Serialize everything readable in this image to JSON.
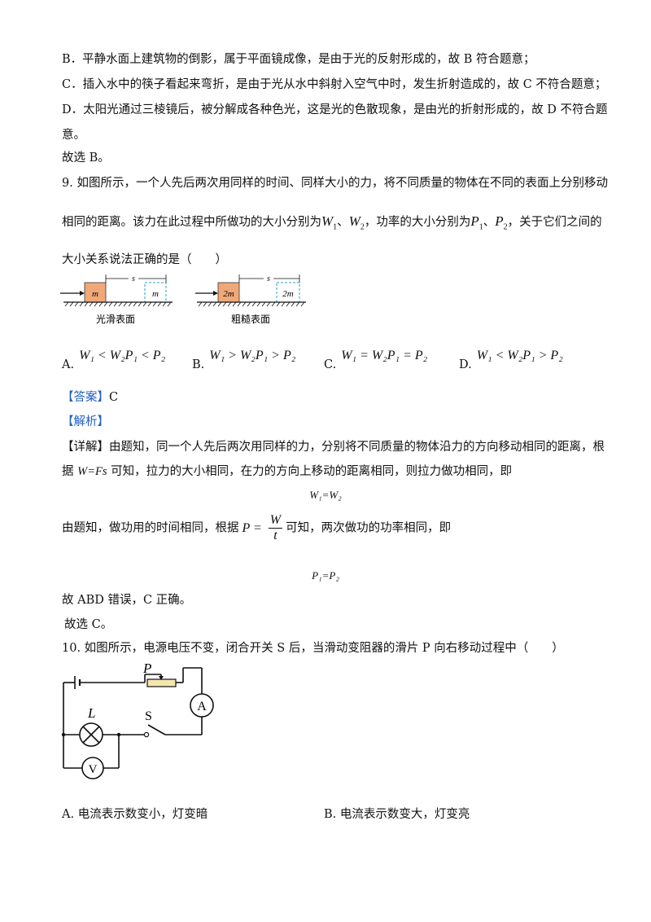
{
  "explanation_prev": {
    "b": "B．平静水面上建筑物的倒影，属于平面镜成像，是由于光的反射形成的，故 B 符合题意；",
    "c": "C．插入水中的筷子看起来弯折，是由于光从水中斜射入空气中时，发生折射造成的，故 C 不符合题意；",
    "d1": "D．太阳光通过三棱镜后，被分解成各种色光，这是光的色散现象，是由光的折射形成的，故 D 不符合题",
    "d2": "意。",
    "conclusion": "故选 B。"
  },
  "q9": {
    "line1": "9. 如图所示，一个人先后两次用同样的时间、同样大小的力，将不同质量的物体在不同的表面上分别移动",
    "line2_a": "相同的距离。该力在此过程中所做功的大小分别为",
    "w1": "W",
    "w1_sub": "1",
    "sep1": "、",
    "w2": "W",
    "w2_sub": "2",
    "line2_b": "，功率的大小分别为",
    "p1": "P",
    "p1_sub": "1",
    "sep2": "、",
    "p2": "P",
    "p2_sub": "2",
    "line2_c": "，关于它们之间的",
    "line3": "大小关系说法正确的是（　　）",
    "figure": {
      "left_block": "m",
      "left_ghost": "m",
      "left_dist": "s",
      "left_caption": "光滑表面",
      "right_block": "2m",
      "right_ghost": "2m",
      "right_dist": "s",
      "right_caption": "粗糙表面",
      "block_color": "#f0a878",
      "ghost_color": "#2aa0c8"
    },
    "options": [
      {
        "label": "A.",
        "formula": "W₁ < W₂P₁ < P₂"
      },
      {
        "label": "B.",
        "formula": "W₁ > W₂P₁ > P₂"
      },
      {
        "label": "C.",
        "formula": "W₁ = W₂P₁ = P₂"
      },
      {
        "label": "D.",
        "formula": "W₁ < W₂P₁ > P₂"
      }
    ],
    "answer_tag": "【答案】",
    "answer": "C",
    "analysis_tag": "【解析】",
    "detail_tag": "【详解】",
    "detail1": "由题知，同一个人先后两次用同样的力，分别将不同质量的物体沿力的方向移动相同的距离，根",
    "detail2_a": "据 ",
    "detail2_formula": "W=Fs",
    "detail2_b": " 可知，拉力的大小相同，在力的方向上移动的距离相同，则拉力做功相同，即",
    "eq1": "W₁=W₂",
    "detail3_a": "由题知，做功用的时间相同，根据",
    "frac_lhs": "P =",
    "frac_num": "W",
    "frac_den": "t",
    "detail3_b": "可知，两次做功的功率相同，即",
    "eq2": "P₁=P₂",
    "detail4": "故 ABD 错误，C 正确。",
    "conclusion": "故选 C。"
  },
  "q10": {
    "line1": "10. 如图所示，电源电压不变，闭合开关 S 后，当滑动变阻器的滑片 P 向右移动过程中（　　）",
    "figure": {
      "slider": "P",
      "lamp": "L",
      "switch": "S",
      "ammeter": "A",
      "voltmeter": "V",
      "rheostat_color": "#f5e6b0"
    },
    "options": [
      {
        "label": "A.",
        "text": "电流表示数变小，灯变暗"
      },
      {
        "label": "B.",
        "text": "电流表示数变大，灯变亮"
      }
    ]
  }
}
